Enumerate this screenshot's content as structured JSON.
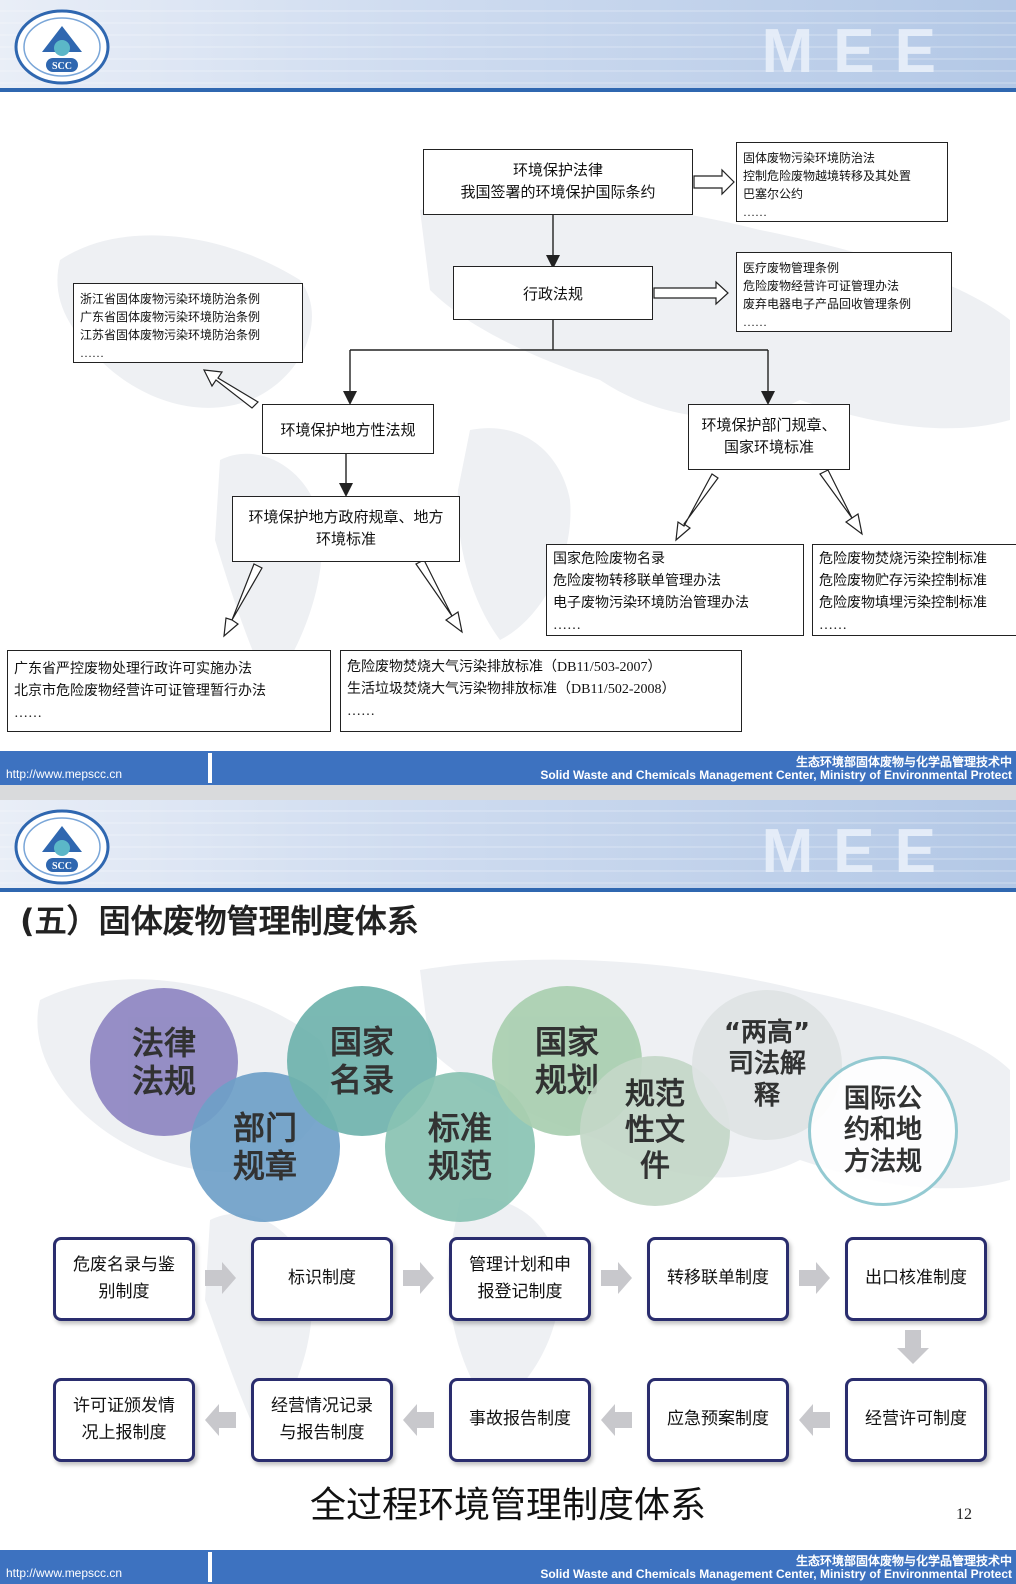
{
  "footer": {
    "url": "http://www.mepscc.cn",
    "cn": "生态环境部固体废物与化学品管理技术中",
    "en": "Solid Waste and Chemicals Management Center, Ministry of Environmental Protect"
  },
  "footer2": {
    "url": "http://www.mepscc.cn",
    "cn": "生态环境部固体废物与化学品管理技术中",
    "en": "Solid Waste and Chemicals Management Center, Ministry of Environmental Protect"
  },
  "logo": {
    "text": "SCC"
  },
  "mee": "MEE",
  "slide1": {
    "top_box": [
      "环境保护法律",
      "我国签署的环境保护国际条约"
    ],
    "top_right": [
      "固体废物污染环境防治法",
      "控制危险废物越境转移及其处置",
      "巴塞尔公约",
      "……"
    ],
    "admin_box": "行政法规",
    "admin_right": [
      "医疗废物管理条例",
      "危险废物经营许可证管理办法",
      "废弃电器电子产品回收管理条例",
      "……"
    ],
    "left_top": [
      "浙江省固体废物污染环境防治条例",
      "广东省固体废物污染环境防治条例",
      "江苏省固体废物污染环境防治条例",
      "……"
    ],
    "local_regs": "环境保护地方性法规",
    "dept_box": [
      "环境保护部门规章、",
      "国家环境标准"
    ],
    "local_gov": [
      "环境保护地方政府规章、地方",
      "环境标准"
    ],
    "mid_right_a": [
      "国家危险废物名录",
      "危险废物转移联单管理办法",
      "电子废物污染环境防治管理办法",
      "……"
    ],
    "mid_right_b": [
      "危险废物焚烧污染控制标准",
      "危险废物贮存污染控制标准",
      "危险废物填埋污染控制标准",
      "……"
    ],
    "bottom_left": [
      "广东省严控废物处理行政许可实施办法",
      "北京市危险废物经营许可证管理暂行办法",
      "……"
    ],
    "bottom_mid": [
      "危险废物焚烧大气污染排放标准（DB11/503-2007）",
      "生活垃圾焚烧大气污染物排放标准（DB11/502-2008）",
      "……"
    ]
  },
  "slide2": {
    "title": "(五）固体废物管理制度体系",
    "circles": [
      {
        "lines": [
          "法律",
          "法规"
        ],
        "color": "#8e86c2"
      },
      {
        "lines": [
          "部门",
          "规章"
        ],
        "color": "#6fa0c8"
      },
      {
        "lines": [
          "国家",
          "名录"
        ],
        "color": "#6fb3ad"
      },
      {
        "lines": [
          "标准",
          "规范"
        ],
        "color": "#89c3b3"
      },
      {
        "lines": [
          "国家",
          "规划"
        ],
        "color": "#a9cfb0"
      },
      {
        "lines": [
          "规范",
          "性文",
          "件"
        ],
        "color": "#c4d8c8"
      },
      {
        "lines": [
          "“两高”",
          "司法解",
          "释"
        ],
        "color": "#dfe4e4"
      },
      {
        "lines": [
          "国际公",
          "约和地",
          "方法规"
        ],
        "color": "#ffffff"
      }
    ],
    "steps_row1": [
      [
        "危废名录与鉴",
        "别制度"
      ],
      [
        "标识制度"
      ],
      [
        "管理计划和申",
        "报登记制度"
      ],
      [
        "转移联单制度"
      ],
      [
        "出口核准制度"
      ]
    ],
    "steps_row2": [
      [
        "许可证颁发情",
        "况上报制度"
      ],
      [
        "经营情况记录",
        "与报告制度"
      ],
      [
        "事故报告制度"
      ],
      [
        "应急预案制度"
      ],
      [
        "经营许可制度"
      ]
    ],
    "caption": "全过程环境管理制度体系",
    "page_number": "12"
  }
}
